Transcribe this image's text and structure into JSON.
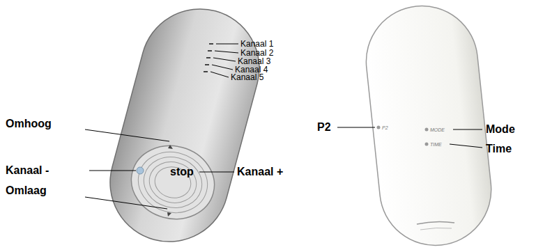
{
  "diagram": {
    "labels": [
      "Kanaal 1",
      "Kanaal 2",
      "Kanaal 3",
      "Kanaal 4",
      "Kanaal 5",
      "Omhoog",
      "Kanaal -",
      "stop",
      "Kanaal +",
      "Omlaag",
      "P2",
      "P2",
      "MODE",
      "Mode",
      "TIME",
      "Time"
    ]
  }
}
